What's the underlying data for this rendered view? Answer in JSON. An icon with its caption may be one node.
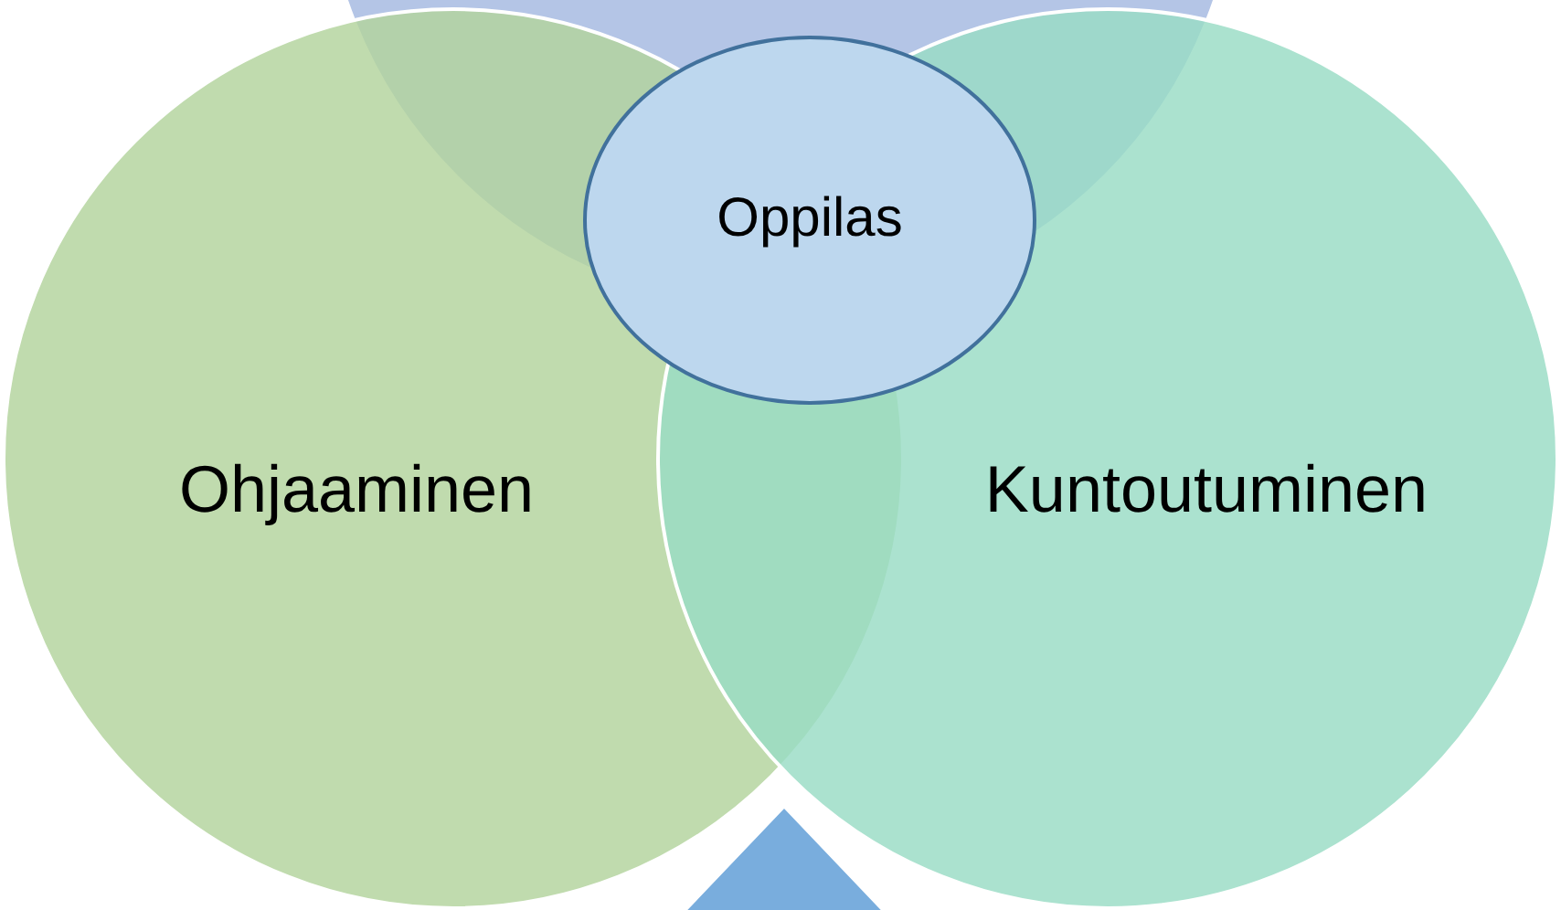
{
  "diagram": {
    "nodes": [
      {
        "text": [],
        "shape": "circle"
      },
      {
        "text": [
          "Ohjaaminen"
        ]
      },
      {
        "text": [
          "Oppilas"
        ]
      },
      {
        "text": [
          "Kuntoutuminen"
        ]
      },
      {
        "text": [],
        "shape": "diamond"
      }
    ]
  }
}
